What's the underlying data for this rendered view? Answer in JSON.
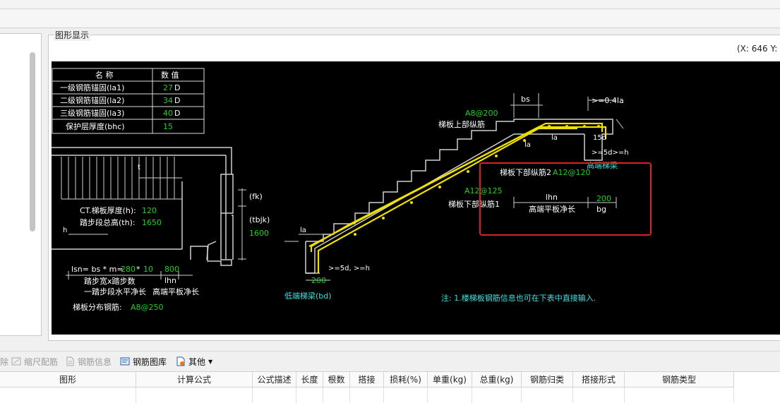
{
  "panel": {
    "title": "图形显示",
    "coord": "(X: 646 Y:"
  },
  "params": {
    "header": [
      "名 称",
      "数 值"
    ],
    "rows": [
      {
        "name": "一级钢筋锚固(la1)",
        "value": "27",
        "unit": "D"
      },
      {
        "name": "二级钢筋锚固(la2)",
        "value": "34",
        "unit": "D"
      },
      {
        "name": "三级钢筋锚固(la3)",
        "value": "40",
        "unit": "D"
      },
      {
        "name": "保护层厚度(bhc)",
        "value": "15",
        "unit": ""
      }
    ]
  },
  "plan": {
    "t_label": "t",
    "h_label": "h",
    "thickness": "CT.梯板厚度(h):",
    "thickness_val": "120",
    "height": "踏步段总高(th):",
    "height_val": "1650",
    "fk": "(fk)",
    "tbjk": "(tbjk)",
    "tbjk_val": "1600",
    "lsn_a": "lsn= bs * m=",
    "lsn_b": "280",
    "lsn_c": "*",
    "lsn_d": "10",
    "lsn_e": "800",
    "lhn": "lhn",
    "step_width": "踏步宽x踏步数",
    "step_len": "一踏步段水平净长",
    "high_flat": "高端平板净长",
    "dist_label": "梯板分布钢筋:",
    "dist_val": "A8@250"
  },
  "section": {
    "bs": "bs",
    "la04": ">=0.4la",
    "a8_200": "A8@200",
    "top_bar": "梯板上部纵筋",
    "la": "la",
    "d15": "15d",
    "d5h": ">=5d>=h",
    "high_beam": "高端梯梁",
    "bot_bar2": "梯板下部纵筋2",
    "bot_bar2_val": "A12@120",
    "a12_125": "A12@125",
    "bot_bar1": "梯板下部纵筋1",
    "lhn": "lhn",
    "lhn_val": "200",
    "high_flat": "高端平板净长",
    "bg": "bg",
    "low_d5h": ">=5d, >=h",
    "low_200": "200",
    "low_beam": "低端梯梁(bd)",
    "note": "注: 1.楼梯板钢筋信息也可在下表中直接输入."
  },
  "toolbar": {
    "delete": "除",
    "scale": "缩尺配筋",
    "info": "钢筋信息",
    "library": "钢筋图库",
    "other": "其他"
  },
  "table": {
    "headers": [
      "图形",
      "计算公式",
      "公式描述",
      "长度",
      "根数",
      "搭接",
      "损耗(%)",
      "单重(kg)",
      "总重(kg)",
      "钢筋归类",
      "搭接形式",
      "钢筋类型"
    ]
  },
  "colors": {
    "canvas": "#000000",
    "highlight": "#e02020",
    "yellow": "#f0e000",
    "green": "#20d020",
    "cyan": "#40e0e0"
  }
}
